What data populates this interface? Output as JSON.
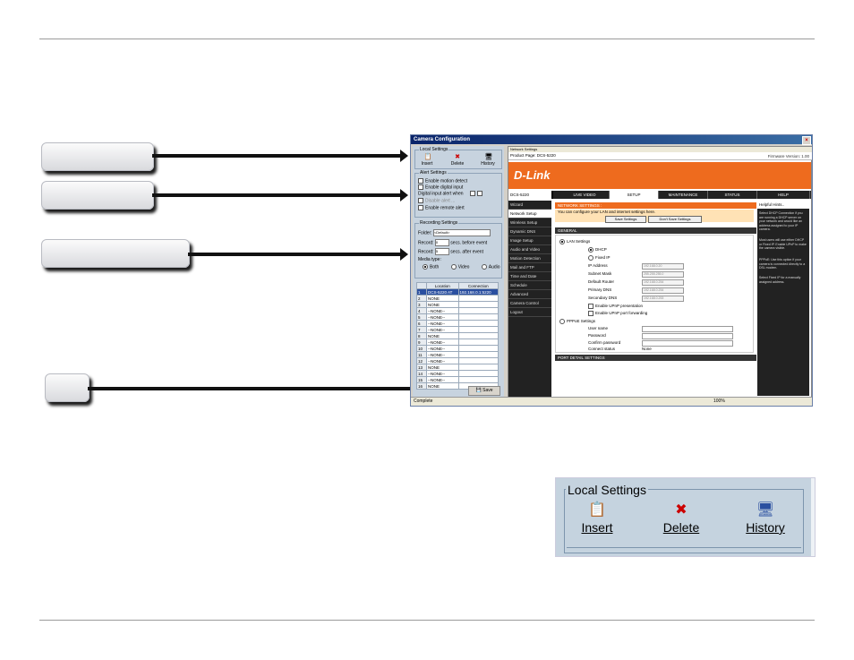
{
  "app": {
    "window_title": "Camera Configuration",
    "close_glyph": "×",
    "status_text": "Complete",
    "status_percent": "100%"
  },
  "left_panel": {
    "local_settings": {
      "title": "Local Settings",
      "buttons": [
        {
          "label": "Insert",
          "icon": "insert-icon",
          "glyph": "📋"
        },
        {
          "label": "Delete",
          "icon": "delete-icon",
          "glyph": "✖"
        },
        {
          "label": "History",
          "icon": "history-icon",
          "glyph": "🖥"
        }
      ]
    },
    "alert_settings": {
      "title": "Alert Settings",
      "items": [
        "Enable motion detect",
        "Enable digital input"
      ],
      "digital_input_label": "Digital input alert when",
      "disable_item": "Disable alert ...",
      "remote_alert": "Enable remote alert"
    },
    "recording_settings": {
      "title": "Recording Settings",
      "folder_label": "Folder:",
      "folder_value": "<Default>",
      "record1_label": "Record:",
      "record1_value": "0",
      "record1_suffix": "secs. before event",
      "record2_label": "Record:",
      "record2_value": "5",
      "record2_suffix": "secs. after event",
      "media_type_label": "Media type:",
      "media_options": [
        "Both",
        "Video",
        "Audio"
      ]
    },
    "camera_table": {
      "headers": [
        "",
        "Location",
        "Connection"
      ],
      "rows": [
        [
          "1",
          "DCS-5220 AT",
          "192.168.0.1:5220"
        ],
        [
          "2",
          "NONE",
          ""
        ],
        [
          "3",
          "NONE",
          ""
        ],
        [
          "4",
          "--NONE--",
          ""
        ],
        [
          "5",
          "--NONE--",
          ""
        ],
        [
          "6",
          "--NONE--",
          ""
        ],
        [
          "7",
          "--NONE--",
          ""
        ],
        [
          "8",
          "NONE",
          ""
        ],
        [
          "9",
          "--NONE--",
          ""
        ],
        [
          "10",
          "--NONE--",
          ""
        ],
        [
          "11",
          "--NONE--",
          ""
        ],
        [
          "12",
          "--NONE--",
          ""
        ],
        [
          "13",
          "NONE",
          ""
        ],
        [
          "14",
          "--NONE--",
          ""
        ],
        [
          "15",
          "--NONE--",
          ""
        ],
        [
          "16",
          "NONE",
          ""
        ]
      ]
    },
    "save_label": "Save"
  },
  "browser": {
    "address_top": "Network Settings",
    "address_bar": "Product Page: DCS-5220",
    "firmware": "Firmware Version: 1.00",
    "logo": "D-Link",
    "model": "DCS-5220",
    "nav_tabs": [
      "LIVE VIDEO",
      "SETUP",
      "MAINTENANCE",
      "STATUS",
      "HELP"
    ],
    "sidebar": [
      "Wizard",
      "Network Setup",
      "Wireless Setup",
      "Dynamic DNS",
      "Image Setup",
      "Audio and Video",
      "Motion Detection",
      "Mail and FTP",
      "Time and Date",
      "Schedule",
      "Advanced",
      "Camera Control",
      "Logout"
    ],
    "network_title": "NETWORK SETTINGS :",
    "network_desc": "You can configure your LAN and internet settings here.",
    "save_settings": "Save Settings",
    "dont_save": "Don't Save Settings",
    "general_title": "GENERAL",
    "lan_settings": "LAN Settings",
    "dhcp": "DHCP",
    "fixed_ip": "Fixed IP",
    "ip_labels": [
      "IP Address",
      "Subnet Mask",
      "Default Router",
      "Primary DNS",
      "Secondary DNS"
    ],
    "ip_values": [
      "192.168.0.20",
      "255.255.255.0",
      "192.168.0.254",
      "192.168.0.254",
      "192.168.0.253"
    ],
    "upnp_presentation": "Enable UPnP presentation",
    "upnp_port": "Enable UPnP port forwarding",
    "pppoe_settings": "PPPoE Settings",
    "pppoe_labels": [
      "User name",
      "Password",
      "Confirm password"
    ],
    "connect_status_label": "Connect status",
    "connect_status_value": "None",
    "port_title": "PORT DETAIL SETTINGS",
    "help_title": "Helpful Hints..",
    "help_paragraphs": [
      "Select DHCP Connection if you are running a DHCP server on your network and would like an address assigned to your IP camera.",
      "Most users will use either DHCP or Fixed IP. Enable UPnP to make the camera visible.",
      "PPPoE: Use this option if your camera is connected directly to a DSL modem.",
      "Select Fixed IP for a manually assigned address."
    ]
  },
  "inset": {
    "title": "Local Settings",
    "buttons": [
      {
        "label": "Insert",
        "icon": "insert-icon",
        "glyph": "📋"
      },
      {
        "label": "Delete",
        "icon": "delete-icon",
        "glyph": "✖"
      },
      {
        "label": "History",
        "icon": "history-icon",
        "glyph": "🖥"
      }
    ]
  },
  "colors": {
    "dlink_orange": "#ee6b1e",
    "title_bar": "#0a246a",
    "panel_blue": "#c7d3df"
  }
}
